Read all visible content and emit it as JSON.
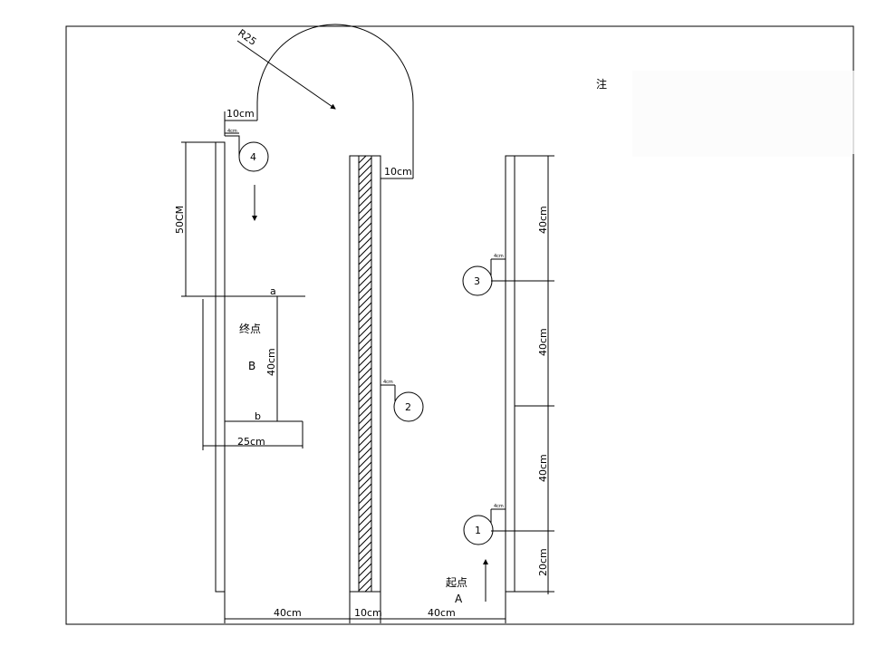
{
  "dims": {
    "radius": "R25",
    "top_gap": "10cm",
    "arc_right_gap": "10cm",
    "small_gap": "4cm",
    "left_50": "50CM",
    "left_40": "40cm",
    "left_25": "25cm",
    "bottom_left": "40cm",
    "bottom_mid": "10cm",
    "bottom_right": "40cm",
    "right_40_top": "40cm",
    "right_40_mid": "40cm",
    "right_40_low": "40cm",
    "right_20": "20cm"
  },
  "markers": {
    "m1": "1",
    "m2": "2",
    "m3": "3",
    "m4": "4",
    "point_a": "a",
    "point_b": "b"
  },
  "labels": {
    "end_point": "终点",
    "end_letter": "B",
    "start_point": "起点",
    "start_letter": "A",
    "note": "注"
  }
}
